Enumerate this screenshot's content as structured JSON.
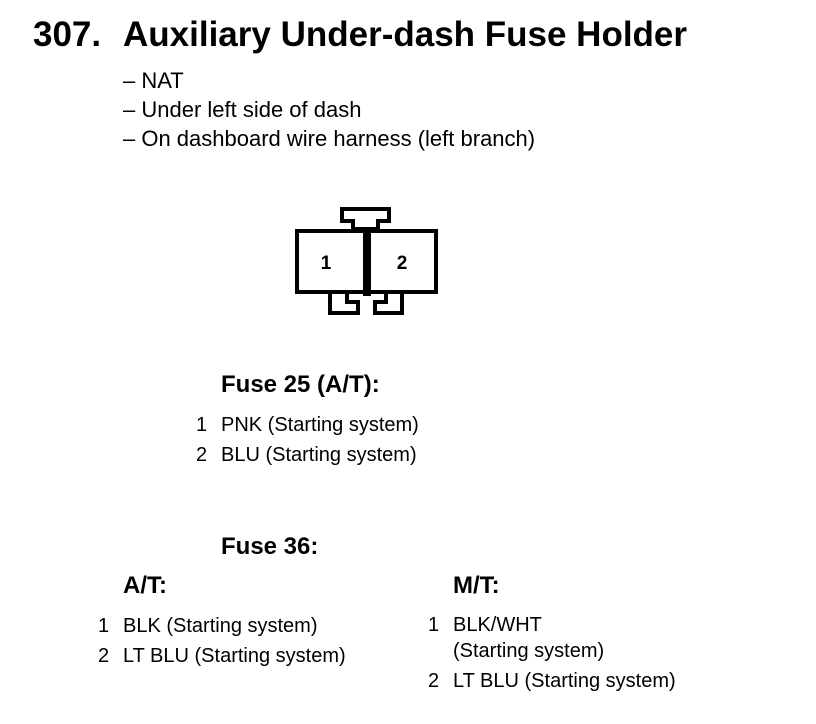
{
  "title": {
    "number": "307.",
    "text": "Auxiliary Under-dash Fuse Holder"
  },
  "location": [
    "– NAT",
    "– Under left side of dash",
    "– On dashboard wire harness (left branch)"
  ],
  "connector": {
    "cavities": [
      "1",
      "2"
    ]
  },
  "fuse25": {
    "heading": "Fuse 25 (A/T):",
    "pins": [
      {
        "num": "1",
        "desc": "PNK (Starting system)"
      },
      {
        "num": "2",
        "desc": "BLU (Starting system)"
      }
    ]
  },
  "fuse36": {
    "heading": "Fuse 36:",
    "at": {
      "label": "A/T:",
      "pins": [
        {
          "num": "1",
          "desc": "BLK (Starting system)"
        },
        {
          "num": "2",
          "desc": "LT BLU (Starting system)"
        }
      ]
    },
    "mt": {
      "label": "M/T:",
      "pins": [
        {
          "num": "1",
          "desc": "BLK/WHT",
          "desc2": "(Starting system)"
        },
        {
          "num": "2",
          "desc": "LT BLU (Starting system)"
        }
      ]
    }
  }
}
